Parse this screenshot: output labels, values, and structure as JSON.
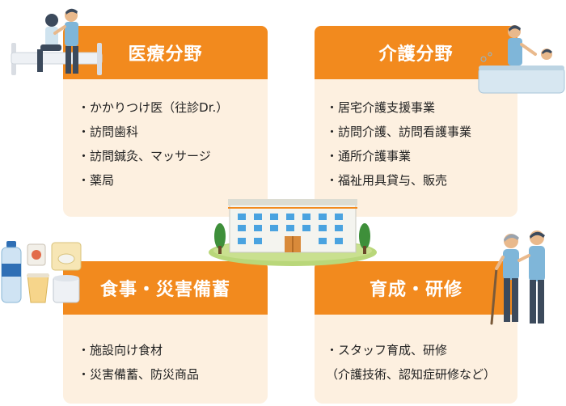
{
  "quadrants": {
    "medical": {
      "title": "医療分野",
      "items": [
        "かかりつけ医（往診Dr.）",
        "訪問歯科",
        "訪問鍼灸、マッサージ",
        "薬局"
      ]
    },
    "care": {
      "title": "介護分野",
      "items": [
        "居宅介護支援事業",
        "訪問介護、訪問看護事業",
        "通所介護事業",
        "福祉用具貸与、販売"
      ]
    },
    "food": {
      "title": "食事・災害備蓄",
      "items": [
        "施設向け食材",
        "災害備蓄、防災商品"
      ]
    },
    "training": {
      "title": "育成・研修",
      "items": [
        "スタッフ育成、研修"
      ],
      "note": "（介護技術、認知症研修など）"
    }
  },
  "illustrations": [
    "bed-care-icon",
    "bath-care-icon",
    "facility-building-icon",
    "food-supplies-icon",
    "caregivers-icon"
  ],
  "colors": {
    "accent": "#f28a1e",
    "panel": "#fdf0e0",
    "lawn": "#b9d77a"
  }
}
